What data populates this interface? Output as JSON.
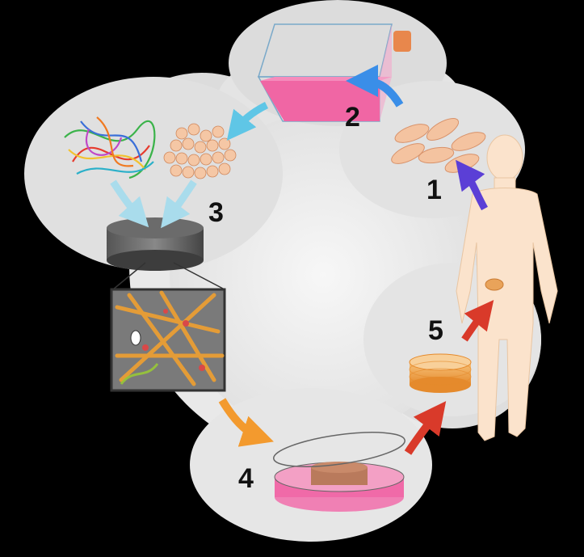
{
  "diagram": {
    "steps": [
      {
        "id": "1",
        "label": "1"
      },
      {
        "id": "2",
        "label": "2"
      },
      {
        "id": "3",
        "label": "3"
      },
      {
        "id": "4",
        "label": "4"
      },
      {
        "id": "5",
        "label": "5"
      }
    ],
    "colors": {
      "background": "#000000",
      "cloud": "#e6e6e6",
      "cloud_light": "#efefef",
      "arrow_purple": "#5b3fd6",
      "arrow_blue": "#3a8ee8",
      "arrow_cyan": "#5fc6e6",
      "arrow_orange": "#f39a2e",
      "arrow_red": "#d93a2a",
      "medium_pink": "#f0509a",
      "cell": "#f4c3a0",
      "skin": "#fbe3cc"
    },
    "icons": [
      "human-figure",
      "culture-flask",
      "cells",
      "biomaterial-fibers",
      "scaffold-disk",
      "scaffold-zoom",
      "petri-dish",
      "tissue-construct",
      "implant-patch"
    ]
  }
}
